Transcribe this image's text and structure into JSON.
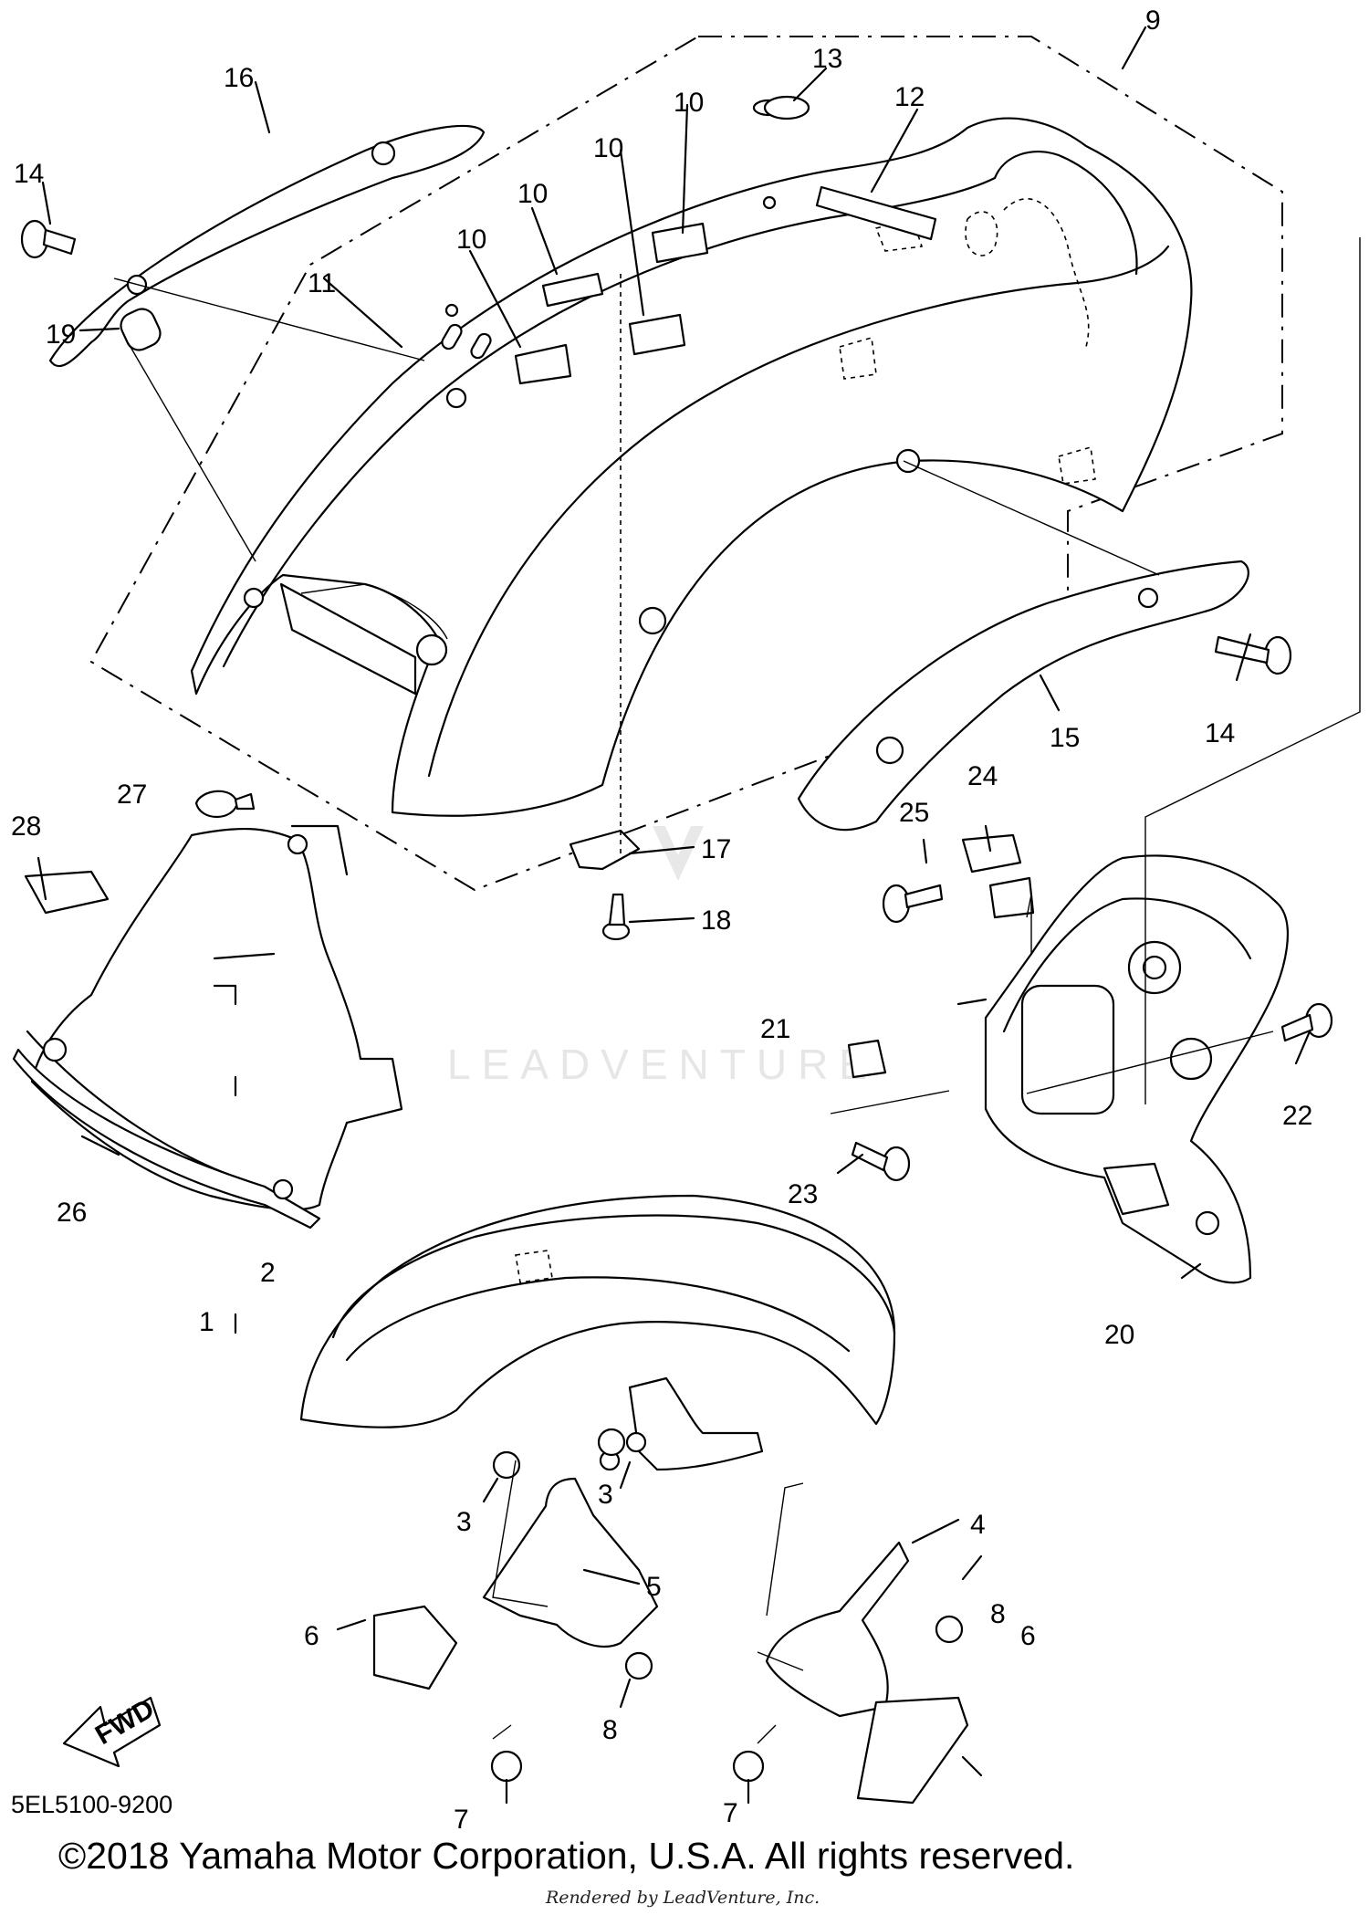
{
  "diagram": {
    "callouts": [
      "1",
      "2",
      "3",
      "4",
      "5",
      "6",
      "7",
      "8",
      "9",
      "10",
      "11",
      "12",
      "13",
      "14",
      "15",
      "16",
      "17",
      "18",
      "19",
      "20",
      "21",
      "22",
      "23",
      "24",
      "25",
      "26",
      "27",
      "28"
    ],
    "arrow_label": "FWD",
    "watermark": "LEADVENTURE"
  },
  "footer": {
    "diagram_code": "5EL5100-9200",
    "copyright": "©2018 Yamaha Motor Corporation, U.S.A. All rights reserved.",
    "rendered_by": "Rendered by LeadVenture, Inc."
  }
}
